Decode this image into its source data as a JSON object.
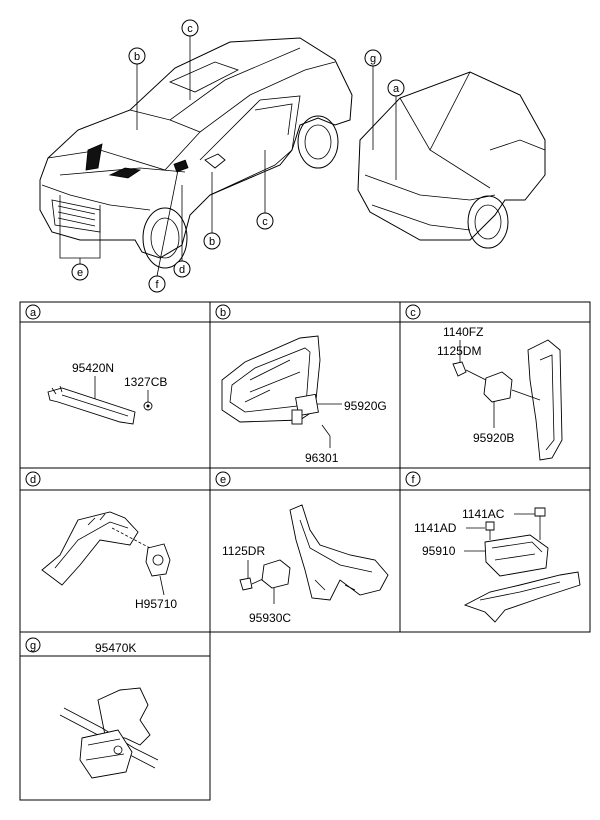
{
  "callouts": {
    "a": "a",
    "b": "b",
    "c": "c",
    "d": "d",
    "e": "e",
    "f": "f",
    "g": "g"
  },
  "panels": {
    "a": {
      "letter": "a",
      "parts": [
        "95420N",
        "1327CB"
      ]
    },
    "b": {
      "letter": "b",
      "parts": [
        "95920G",
        "96301"
      ]
    },
    "c": {
      "letter": "c",
      "parts": [
        "1140FZ",
        "1125DM",
        "95920B"
      ]
    },
    "d": {
      "letter": "d",
      "parts": [
        "H95710"
      ]
    },
    "e": {
      "letter": "e",
      "parts": [
        "1125DR",
        "95930C"
      ]
    },
    "f": {
      "letter": "f",
      "parts": [
        "1141AC",
        "1141AD",
        "95910"
      ]
    },
    "g": {
      "letter": "g",
      "parts": [
        "95470K"
      ]
    }
  }
}
